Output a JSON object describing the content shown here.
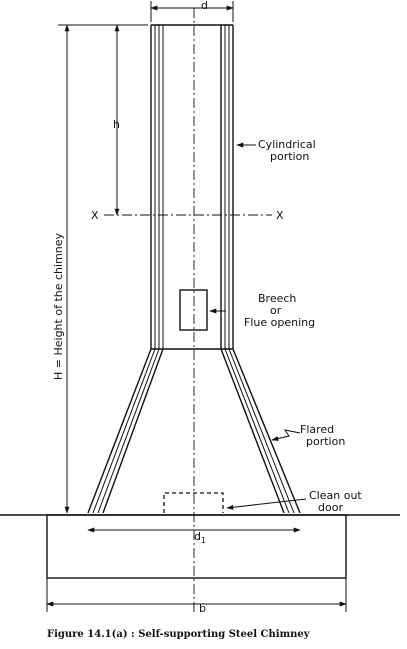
{
  "labels": {
    "d": "d",
    "h": "h",
    "x_left": "X",
    "x_right": "X",
    "cyl_1": "Cylindrical",
    "cyl_2": "portion",
    "breech_1": "Breech",
    "breech_2": "or",
    "breech_3": "Flue opening",
    "height": "H = Height of the chimney",
    "flared_1": "Flared",
    "flared_2": "portion",
    "clean_1": "Clean out",
    "clean_2": "door",
    "d1": "d",
    "d1_sub": "1",
    "b": "b"
  },
  "caption": "Figure 14.1(a) : Self-supporting Steel Chimney"
}
